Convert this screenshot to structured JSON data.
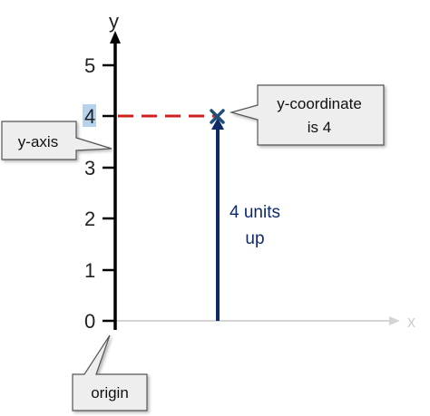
{
  "axes": {
    "y_label": "y",
    "x_label": "x",
    "y_ticks": [
      "0",
      "1",
      "2",
      "3",
      "4",
      "5"
    ]
  },
  "callouts": {
    "y_axis": "y-axis",
    "origin": "origin",
    "coordinate_line1": "y-coordinate",
    "coordinate_line2": "is 4"
  },
  "arrow_text": {
    "line1": "4 units",
    "line2": "up"
  },
  "colors": {
    "axis": "#000000",
    "x_axis": "#d4d4d4",
    "dashed": "#cc2222",
    "arrow": "#0f2a6b",
    "point": "#1f4e79",
    "callout_fill": "#eeeeee",
    "callout_border": "#555555",
    "highlight": "#b6d3ee"
  }
}
